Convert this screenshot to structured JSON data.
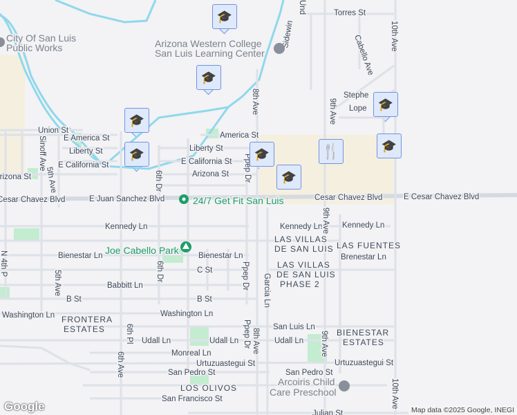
{
  "map": {
    "streets": {
      "torres": "Torres St",
      "sidewinder": "Sidewin",
      "und": "Und",
      "cabello": "Cabello Ave",
      "tenth_ave": "10th Ave",
      "eighth_ave": "8th Ave",
      "ninth_ave": "9th Ave",
      "stephens": "Stephe",
      "lopez": "Lope",
      "union": "Union St",
      "e_america": "E America St",
      "america": "America St",
      "liberty": "Liberty St",
      "e_california": "E California St",
      "arizona": "Arizona St",
      "sinoff": "Sinoff Ave",
      "fifth_ave": "5th Ave",
      "sixth_dr": "6th Dr",
      "ppep_dr": "Ppep Dr",
      "cesar_chavez": "Cesar Chavez Blvd",
      "e_juan_sanchez": "E Juan Sanchez Blvd",
      "e_cesar_chavez": "E Cesar Chavez Blvd",
      "kennedy": "Kennedy Ln",
      "bienestar": "Bienestar Ln",
      "brenestar": "Brenestar Ln",
      "c_st": "C St",
      "babbitt": "Babbitt Ln",
      "b_st": "B St",
      "e_washington": "E Washington Ln",
      "washington": "Washington Ln",
      "garcia": "Garcia Ln",
      "san_luis": "San Luis Ln",
      "sixth_pl": "6th Pl",
      "udall": "Udall Ln",
      "monreal": "Monreal Ln",
      "sixth_ave": "6th Ave",
      "urtuzuastegui": "Urtuzuastegui St",
      "san_pedro": "San Pedro St",
      "san_francisco": "San Francisco St",
      "julian": "Julian St",
      "nth_ave_partial": "N 4th P"
    },
    "areas": {
      "las_villas_1": "LAS VILLAS",
      "las_villas_2": "DE SAN LUIS",
      "las_fuentes": "LAS FUENTES",
      "phase2_1": "LAS VILLAS",
      "phase2_2": "DE SAN LUIS",
      "phase2_3": "PHASE 2",
      "frontera_1": "FRONTERA",
      "frontera_2": "ESTATES",
      "bienestar_1": "BIENESTAR",
      "bienestar_2": "ESTATES",
      "los_olivos": "LOS OLIVOS"
    },
    "places": {
      "public_works_1": "City Of San Luis",
      "public_works_2": "Public Works",
      "awc_1": "Arizona Western College",
      "awc_2": "San Luis Learning Center",
      "get_fit": "24/7 Get Fit San Luis",
      "joe_cabello": "Joe Cabello Park",
      "arcoiris_1": "Arcoiris Child",
      "arcoiris_2": "Care Preschool"
    },
    "markers": [
      {
        "type": "school",
        "icon": "graduation-cap-icon"
      },
      {
        "type": "school",
        "icon": "graduation-cap-icon"
      },
      {
        "type": "school",
        "icon": "graduation-cap-icon"
      },
      {
        "type": "school",
        "icon": "graduation-cap-icon"
      },
      {
        "type": "school",
        "icon": "graduation-cap-icon"
      },
      {
        "type": "school",
        "icon": "graduation-cap-icon"
      },
      {
        "type": "restaurant",
        "icon": "fork-knife-icon"
      }
    ],
    "logo": "Google",
    "attribution": "Map data ©2025 Google, INEGI",
    "colors": {
      "marker_bg": "#dfe9fc",
      "marker_border": "#6f93e0",
      "marker_icon": "#173f6a",
      "park": "#c4ecd0",
      "canal": "#8fd8ec",
      "poi_green": "#1e9e6a"
    }
  }
}
